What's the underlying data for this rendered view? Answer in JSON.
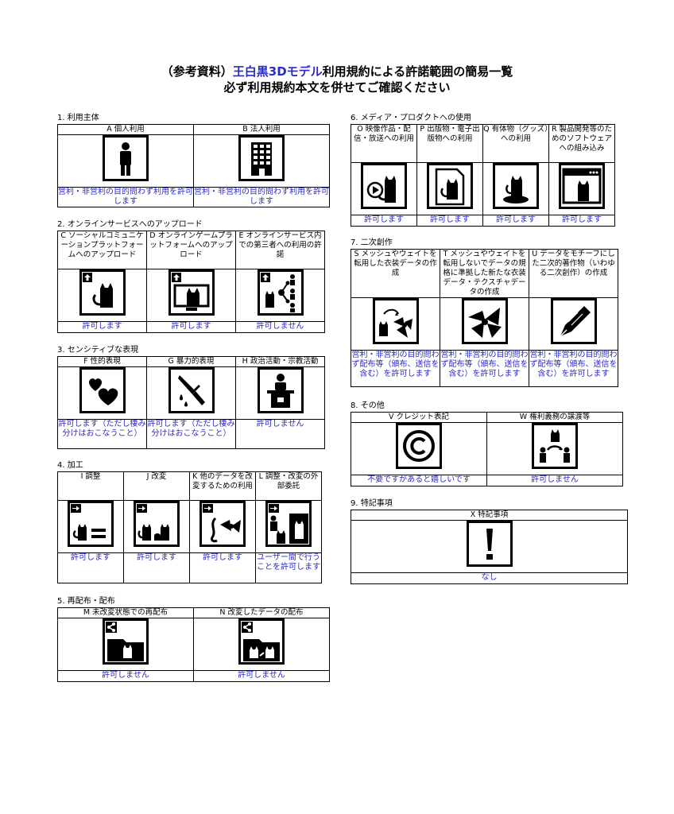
{
  "title": {
    "line1_open": "（参考資料）",
    "line1_blue": "王白黒3Dモデル",
    "line1_rest": "利用規約による許諾範囲の簡易一覧",
    "line2": "必ず利用規約本文を併せてご確認ください"
  },
  "colors": {
    "status_blue": "#2a2ac8",
    "border": "#000000"
  },
  "sections": {
    "s1": {
      "heading": "1. 利用主体",
      "items": [
        {
          "label": "A 個人利用",
          "icon": "person-icon",
          "status": "営利・非営利の目的問わず利用を許可します"
        },
        {
          "label": "B 法人利用",
          "icon": "building-icon",
          "status": "営利・非営利の目的問わず利用を許可します"
        }
      ]
    },
    "s2": {
      "heading": "2. オンラインサービスへのアップロード",
      "items": [
        {
          "label": "C ソーシャルコミュニケーションプラットフォームへのアップロード",
          "icon": "upload-cat-icon",
          "status": "許可します"
        },
        {
          "label": "D オンラインゲームプラットフォームへのアップロード",
          "icon": "upload-monitor-cat-icon",
          "status": "許可します"
        },
        {
          "label": "E オンラインサービス内での第三者への利用の許諾",
          "icon": "share-people-icon",
          "status": "許可しません"
        }
      ]
    },
    "s3": {
      "heading": "3. センシティブな表現",
      "items": [
        {
          "label": "F 性的表現",
          "icon": "hearts-icon",
          "status": "許可します（ただし棲み分けはおこなうこと）"
        },
        {
          "label": "G 暴力的表現",
          "icon": "knife-icon",
          "status": "許可します（ただし棲み分けはおこなうこと）"
        },
        {
          "label": "H 政治活動・宗教活動",
          "icon": "podium-icon",
          "status": "許可しません"
        }
      ]
    },
    "s4": {
      "heading": "4. 加工",
      "items": [
        {
          "label": "I 調整",
          "icon": "adjust-icon",
          "status": "許可します"
        },
        {
          "label": "J 改変",
          "icon": "modify-icon",
          "status": "許可します"
        },
        {
          "label": "K 他のデータを改変するための利用",
          "icon": "bow-tail-icon",
          "status": "許可します"
        },
        {
          "label": "L 調整・改変の外部委託",
          "icon": "outsource-icon",
          "status": "ユーザー間で行うことを許可します"
        }
      ]
    },
    "s5": {
      "heading": "5. 再配布・配布",
      "items": [
        {
          "label": "M 未改変状態での再配布",
          "icon": "share-folder-icon",
          "status": "許可しません"
        },
        {
          "label": "N 改変したデータの配布",
          "icon": "share-folder-modified-icon",
          "status": "許可しません"
        }
      ]
    },
    "s6": {
      "heading": "6. メディア・プロダクトへの使用",
      "items": [
        {
          "label": "O 映像作品・配信・放送への利用",
          "icon": "video-cat-icon",
          "status": "許可します"
        },
        {
          "label": "P 出版物・電子出版物への利用",
          "icon": "document-cat-icon",
          "status": "許可します"
        },
        {
          "label": "Q 有体物（グッズ）への利用",
          "icon": "figure-cat-icon",
          "status": "許可します"
        },
        {
          "label": "R 製品開発等のためのソフトウェアへの組み込み",
          "icon": "software-window-icon",
          "status": "許可します"
        }
      ]
    },
    "s7": {
      "heading": "7. 二次創作",
      "items": [
        {
          "label": "S メッシュやウェイトを転用した衣装データの作成",
          "icon": "costume-cat-icon",
          "status": "営利・非営利の目的問わず配布等（頒布、送信を含む）を許可します"
        },
        {
          "label": "T メッシュやウェイトを転用しないでデータの規格に準拠した新たな衣装データ・テクスチャデータの作成",
          "icon": "costume-icon",
          "status": "営利・非営利の目的問わず配布等（頒布、送信を含む）を許可します"
        },
        {
          "label": "U データをモチーフにした二次的著作物（いわゆる二次創作）の作成",
          "icon": "pen-nib-icon",
          "status": "営利・非営利の目的問わず配布等（頒布、送信を含む）を許可します"
        }
      ]
    },
    "s8": {
      "heading": "8. その他",
      "items": [
        {
          "label": "V クレジット表記",
          "icon": "copyright-icon",
          "status": "不要ですがあると嬉しいです"
        },
        {
          "label": "W 権利義務の譲渡等",
          "icon": "transfer-icon",
          "status": "許可しません"
        }
      ]
    },
    "s9": {
      "heading": "9. 特記事項",
      "items": [
        {
          "label": "X 特記事項",
          "icon": "exclamation-icon",
          "status": "なし"
        }
      ]
    }
  }
}
